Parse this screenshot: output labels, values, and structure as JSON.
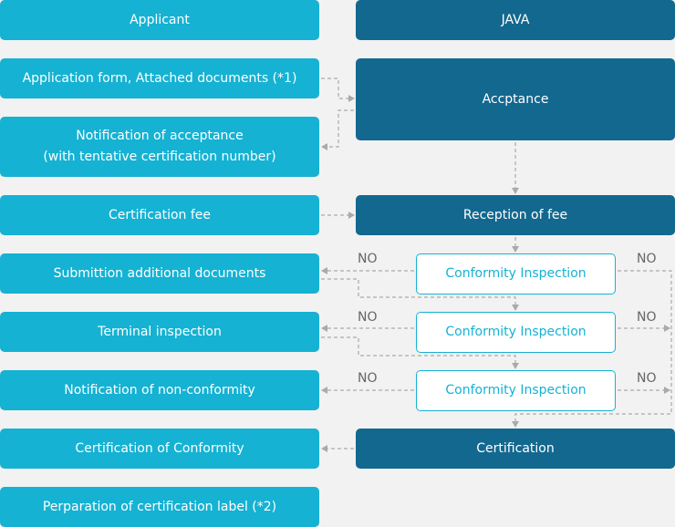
{
  "left": {
    "header": "Applicant",
    "application_form": "Application form, Attached documents  (*1)",
    "notification_line1": "Notification of acceptance",
    "notification_line2": "(with tentative certification number)",
    "cert_fee": "Certification fee",
    "submission": "Submittion additional documents",
    "terminal": "Terminal inspection",
    "non_conformity": "Notification of non-conformity",
    "cert_conformity": "Certification of Conformity",
    "label_prep": "Perparation of certification label  (*2)"
  },
  "right": {
    "header": "JAVA",
    "acceptance": "Accptance",
    "reception": "Reception of fee",
    "inspection1": "Conformity Inspection",
    "inspection2": "Conformity Inspection",
    "inspection3": "Conformity Inspection",
    "certification": "Certification"
  },
  "labels": {
    "no": "NO"
  },
  "colors": {
    "applicant": "#15b2d3",
    "java": "#13688f",
    "connector": "#aaaaaa"
  }
}
